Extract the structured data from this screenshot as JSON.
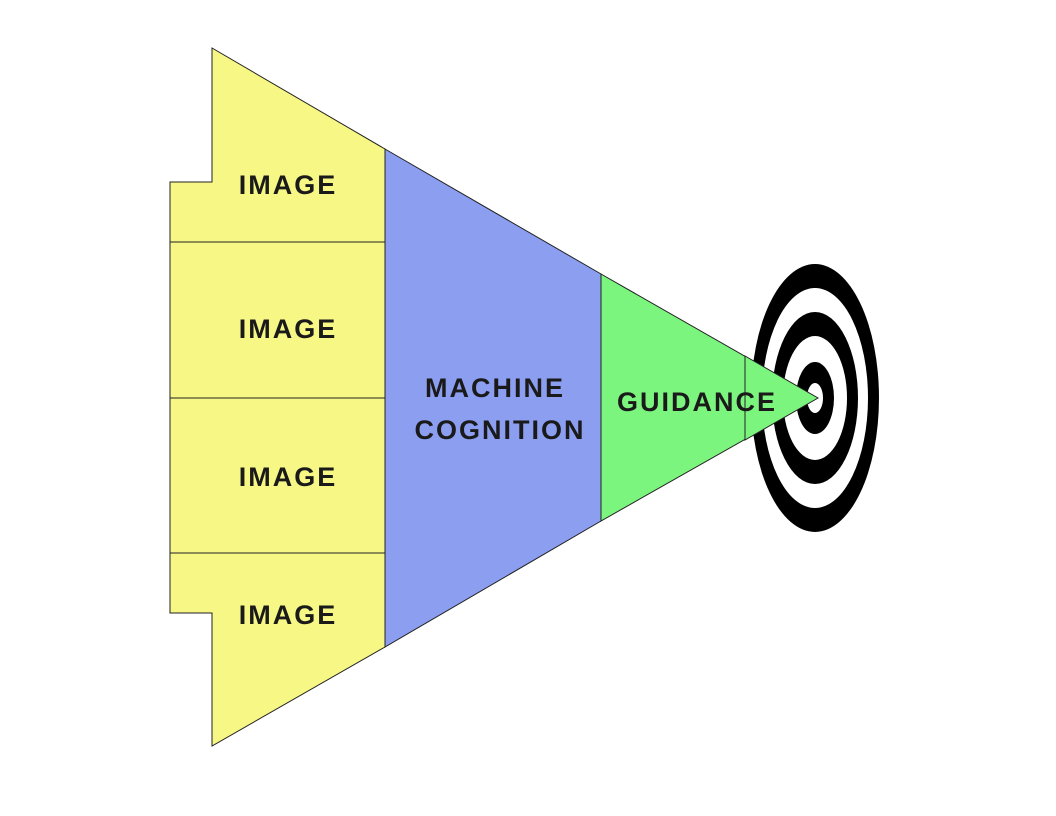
{
  "diagram": {
    "image_blocks": [
      {
        "label": "IMAGE"
      },
      {
        "label": "IMAGE"
      },
      {
        "label": "IMAGE"
      },
      {
        "label": "IMAGE"
      }
    ],
    "cognition": {
      "line1": "MACHINE",
      "line2": "COGNITION"
    },
    "guidance": {
      "label": "GUIDANCE"
    },
    "colors": {
      "image_fill": "#f7f786",
      "cognition_fill": "#8c9ef0",
      "guidance_fill": "#7cf57f",
      "target_ring": "#000000",
      "target_bg": "#ffffff"
    }
  }
}
